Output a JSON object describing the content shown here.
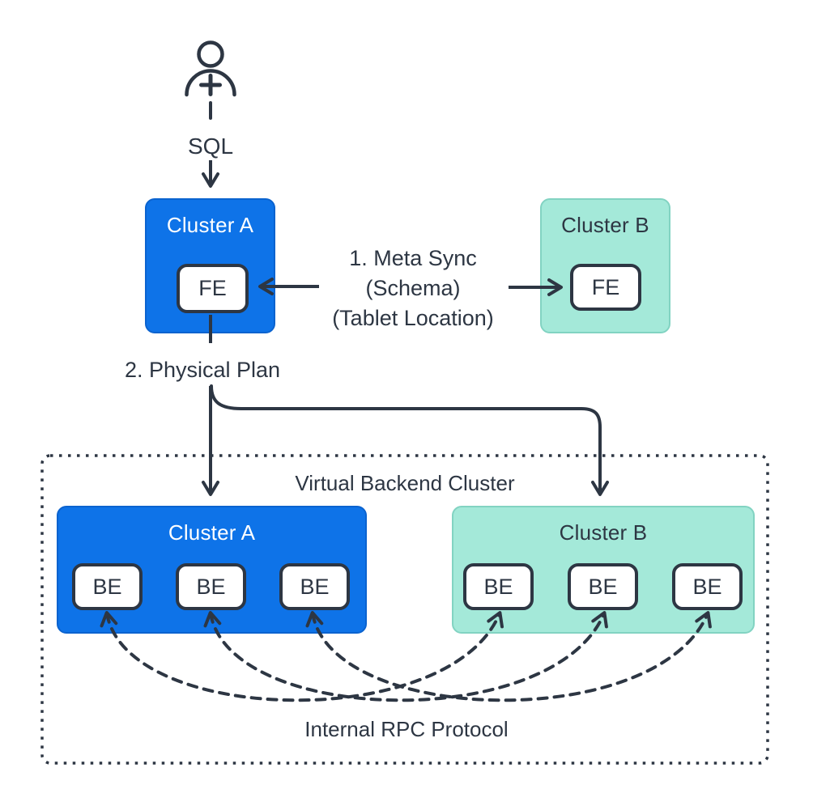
{
  "colors": {
    "blue": "#0e73e8",
    "blueBorder": "#0b63cf",
    "teal": "#a4e9d9",
    "tealBorder": "#82d3c2",
    "dark": "#2d3643",
    "white": "#ffffff"
  },
  "user": {
    "query_label": "SQL"
  },
  "top_cluster_a": {
    "title": "Cluster A",
    "node": "FE"
  },
  "top_cluster_b": {
    "title": "Cluster B",
    "node": "FE"
  },
  "meta_sync": {
    "line1": "1. Meta Sync",
    "line2": "(Schema)",
    "line3": "(Tablet Location)"
  },
  "physical_plan_label": "2. Physical Plan",
  "virtual_backend": {
    "title": "Virtual Backend Cluster",
    "rpc_label": "Internal RPC Protocol",
    "cluster_a": {
      "title": "Cluster A",
      "nodes": [
        "BE",
        "BE",
        "BE"
      ]
    },
    "cluster_b": {
      "title": "Cluster B",
      "nodes": [
        "BE",
        "BE",
        "BE"
      ]
    }
  }
}
